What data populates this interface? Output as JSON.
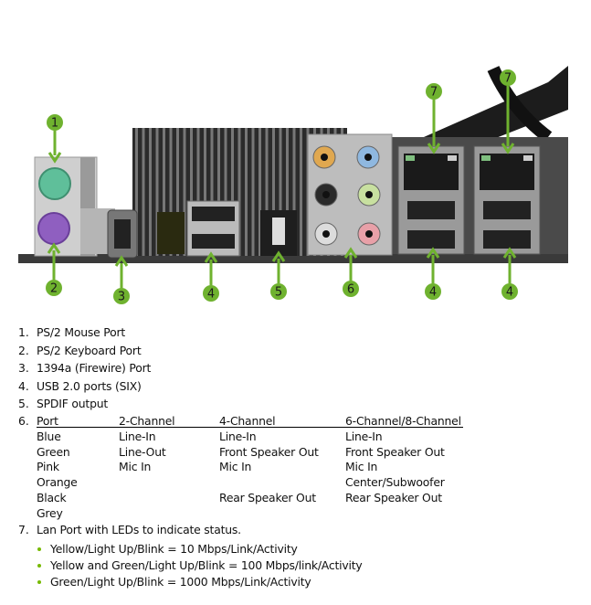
{
  "figure": {
    "callouts": [
      "1",
      "2",
      "3",
      "4",
      "5",
      "6",
      "4",
      "4",
      "7",
      "7"
    ],
    "colors": {
      "callout": "#6fb22f",
      "arrow": "#6fb22f",
      "board": "#3a3a3a"
    }
  },
  "items": [
    {
      "num": "1.",
      "text": "PS/2 Mouse Port"
    },
    {
      "num": "2.",
      "text": "PS/2 Keyboard Port"
    },
    {
      "num": "3.",
      "text": "1394a (Firewire) Port"
    },
    {
      "num": "4.",
      "text": "USB 2.0 ports (SIX)"
    },
    {
      "num": "5.",
      "text": "SPDIF output"
    }
  ],
  "audio_table": {
    "num": "6.",
    "headers": [
      "Port",
      "2-Channel",
      "4-Channel",
      "6-Channel/8-Channel"
    ],
    "rows": [
      [
        "Blue",
        "Line-In",
        "Line-In",
        "Line-In"
      ],
      [
        "Green",
        "Line-Out",
        "Front Speaker Out",
        "Front Speaker Out"
      ],
      [
        "Pink",
        "Mic In",
        "Mic In",
        "Mic In"
      ],
      [
        "Orange",
        "",
        "",
        "Center/Subwoofer"
      ],
      [
        "Black",
        "",
        "Rear Speaker Out",
        "Rear Speaker Out"
      ],
      [
        "Grey",
        "",
        "",
        ""
      ]
    ]
  },
  "lan": {
    "num": "7.",
    "text": "Lan Port with LEDs to indicate status.",
    "bullets": [
      "Yellow/Light Up/Blink = 10 Mbps/Link/Activity",
      "Yellow and Green/Light Up/Blink = 100 Mbps/link/Activity",
      "Green/Light Up/Blink = 1000 Mbps/Link/Activity"
    ]
  }
}
